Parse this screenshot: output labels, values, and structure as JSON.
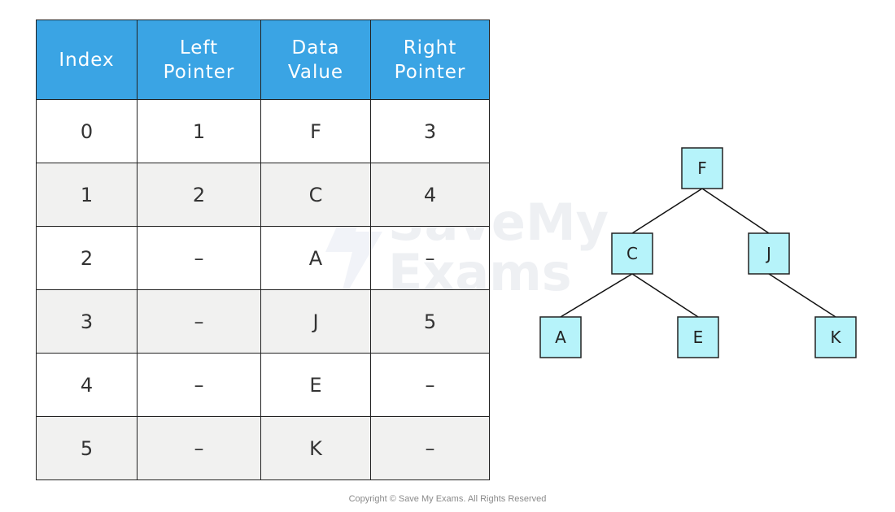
{
  "table": {
    "headers": [
      [
        "Index"
      ],
      [
        "Left",
        "Pointer"
      ],
      [
        "Data",
        "Value"
      ],
      [
        "Right",
        "Pointer"
      ]
    ],
    "rows": [
      [
        "0",
        "1",
        "F",
        "3"
      ],
      [
        "1",
        "2",
        "C",
        "4"
      ],
      [
        "2",
        "–",
        "A",
        "–"
      ],
      [
        "3",
        "–",
        "J",
        "5"
      ],
      [
        "4",
        "–",
        "E",
        "–"
      ],
      [
        "5",
        "–",
        "K",
        "–"
      ]
    ]
  },
  "tree": {
    "nodes": [
      "F",
      "C",
      "J",
      "A",
      "E",
      "K"
    ],
    "edges": [
      [
        "F",
        "C"
      ],
      [
        "F",
        "J"
      ],
      [
        "C",
        "A"
      ],
      [
        "C",
        "E"
      ],
      [
        "J",
        "K"
      ]
    ]
  },
  "watermark": {
    "line1": "SaveMy",
    "line2": "Exams"
  },
  "footer": {
    "copyright": "Copyright © Save My Exams. All Rights Reserved"
  },
  "colors": {
    "header_bg": "#3aa4e4",
    "row_shade": "#f1f1f0",
    "node_fill": "#b6f3fa"
  }
}
